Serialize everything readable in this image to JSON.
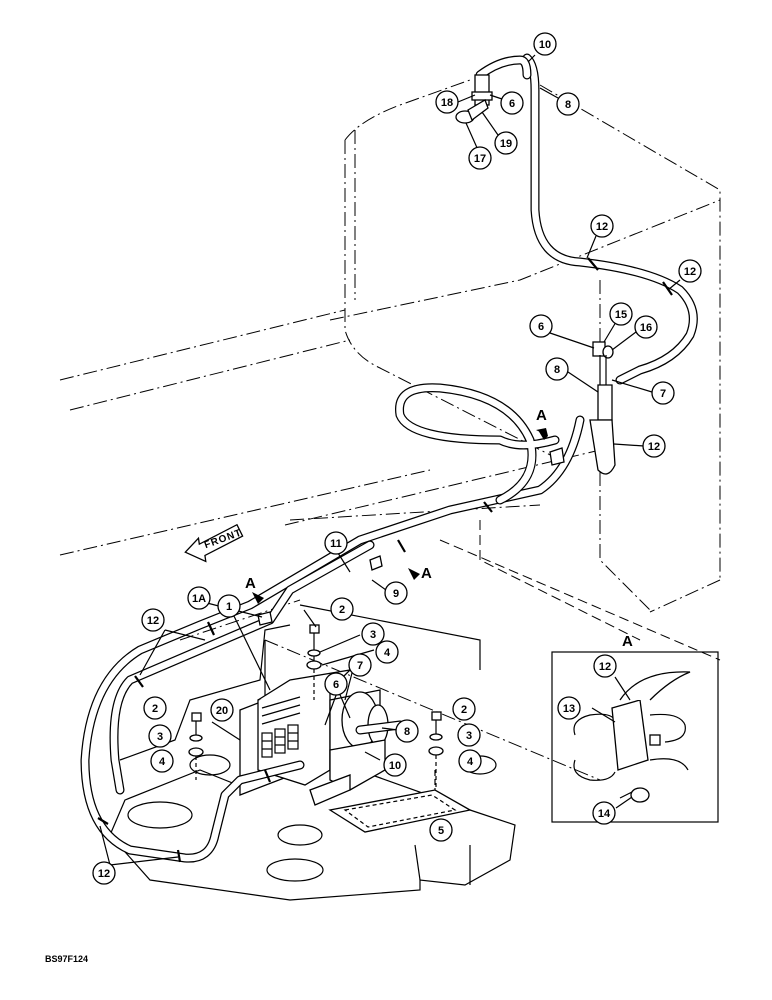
{
  "callouts": [
    {
      "id": "c10a",
      "label": "10"
    },
    {
      "id": "c18",
      "label": "18"
    },
    {
      "id": "c6a",
      "label": "6"
    },
    {
      "id": "c8a",
      "label": "8"
    },
    {
      "id": "c19",
      "label": "19"
    },
    {
      "id": "c17",
      "label": "17"
    },
    {
      "id": "c12a",
      "label": "12"
    },
    {
      "id": "c12b",
      "label": "12"
    },
    {
      "id": "c6b",
      "label": "6"
    },
    {
      "id": "c15",
      "label": "15"
    },
    {
      "id": "c16",
      "label": "16"
    },
    {
      "id": "c8b",
      "label": "8"
    },
    {
      "id": "c7a",
      "label": "7"
    },
    {
      "id": "c12c",
      "label": "12"
    },
    {
      "id": "c11",
      "label": "11"
    },
    {
      "id": "c9",
      "label": "9"
    },
    {
      "id": "c1a",
      "label": "1A"
    },
    {
      "id": "c1",
      "label": "1"
    },
    {
      "id": "c12d",
      "label": "12"
    },
    {
      "id": "c2a",
      "label": "2"
    },
    {
      "id": "c3a",
      "label": "3"
    },
    {
      "id": "c4a",
      "label": "4"
    },
    {
      "id": "c7b",
      "label": "7"
    },
    {
      "id": "c6c",
      "label": "6"
    },
    {
      "id": "c20",
      "label": "20"
    },
    {
      "id": "c8c",
      "label": "8"
    },
    {
      "id": "c2b",
      "label": "2"
    },
    {
      "id": "c3b",
      "label": "3"
    },
    {
      "id": "c4b",
      "label": "4"
    },
    {
      "id": "c2c",
      "label": "2"
    },
    {
      "id": "c3c",
      "label": "3"
    },
    {
      "id": "c4c",
      "label": "4"
    },
    {
      "id": "c10b",
      "label": "10"
    },
    {
      "id": "c5",
      "label": "5"
    },
    {
      "id": "c12e",
      "label": "12"
    },
    {
      "id": "c12f",
      "label": "12"
    },
    {
      "id": "c13",
      "label": "13"
    },
    {
      "id": "c14",
      "label": "14"
    }
  ],
  "labels": {
    "view_a_top": "A",
    "view_a_mid": "A",
    "view_a_left": "A",
    "view_a_detail": "A",
    "front": "FRONT",
    "drawing_code": "BS97F124"
  }
}
